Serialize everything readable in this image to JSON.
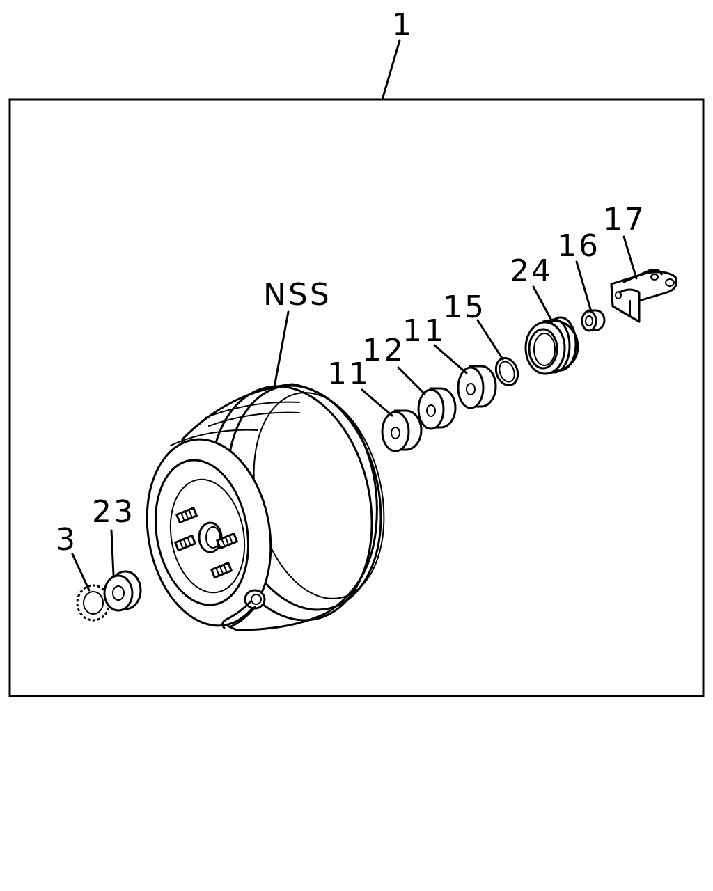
{
  "diagram": {
    "assembly_label": "1",
    "labels": {
      "nss": "NSS",
      "part_3": "3",
      "part_23": "23",
      "part_11_a": "11",
      "part_12": "12",
      "part_11_b": "11",
      "part_15": "15",
      "part_24": "24",
      "part_16": "16",
      "part_17": "17"
    }
  }
}
